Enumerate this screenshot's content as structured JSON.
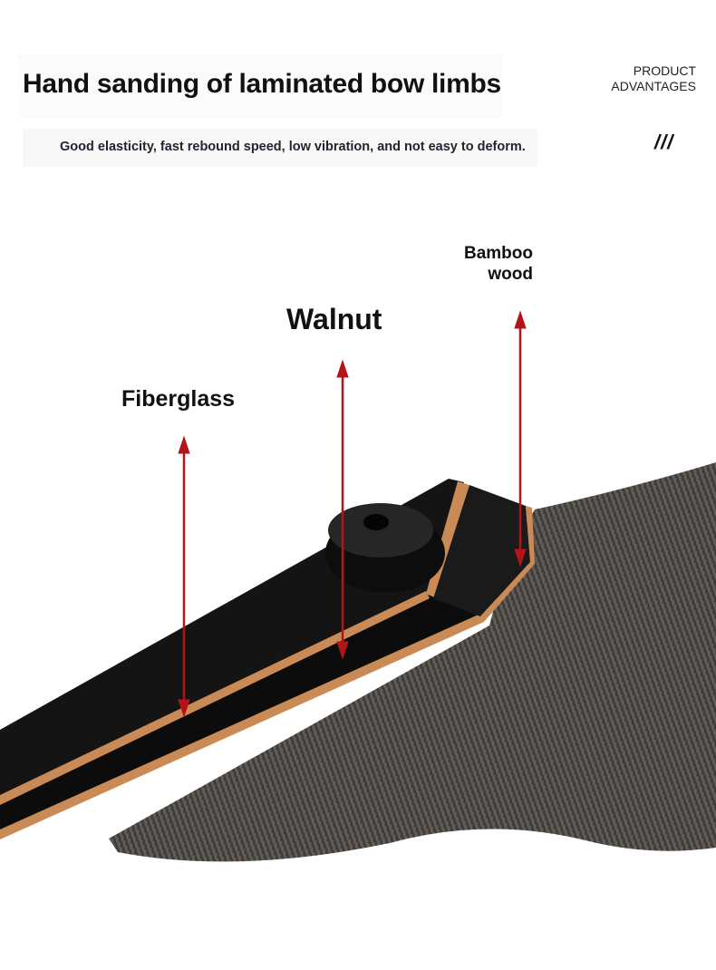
{
  "header": {
    "title": "Hand sanding of laminated bow limbs",
    "subtitle": "Good elasticity, fast rebound speed, low vibration, and not easy to deform.",
    "section_tag_line1": "PRODUCT",
    "section_tag_line2": "ADVANTAGES",
    "decoration": "///"
  },
  "labels": {
    "fiberglass": "Fiberglass",
    "walnut": "Walnut",
    "bamboo_line1": "Bamboo",
    "bamboo_line2": "wood"
  },
  "colors": {
    "arrow": "#b3141a",
    "limb": "#111111",
    "laminate": "#c98a55",
    "riser": "#4b4844"
  }
}
